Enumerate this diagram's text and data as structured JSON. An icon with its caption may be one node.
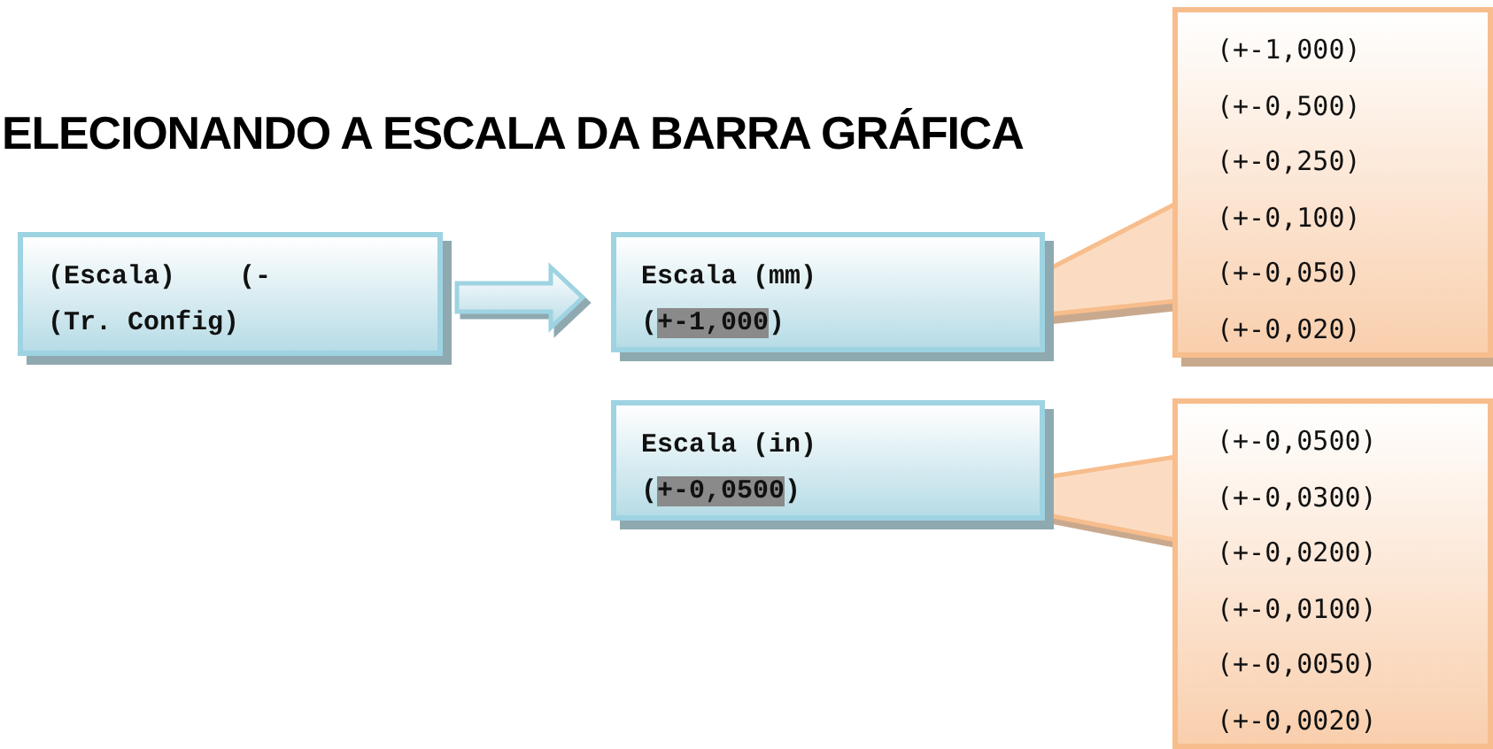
{
  "diagram": {
    "title": "ELECIONANDO A ESCALA DA BARRA GRÁFICA",
    "nodes": [
      {
        "text": [
          "(Escala)    (-",
          "(Tr. Config)"
        ]
      },
      {
        "text": [
          "Escala (mm)",
          "(+-1,000)"
        ]
      },
      {
        "text": [
          "(+-1,000)",
          "(+-0,500)",
          "(+-0,250)",
          "(+-0,100)",
          "(+-0,050)",
          "(+-0,020)"
        ]
      },
      {
        "text": [
          "Escala (in)",
          "(+-0,0500)"
        ]
      },
      {
        "text": [
          "(+-0,0500)",
          "(+-0,0300)",
          "(+-0,0200)",
          "(+-0,0100)",
          "(+-0,0050)",
          "(+-0,0020)"
        ]
      }
    ],
    "edges": [
      {
        "from": 0,
        "to": 1,
        "arrow": "to",
        "style": "thick"
      },
      {
        "from": 2,
        "to": 1,
        "arrow": "none"
      },
      {
        "from": 4,
        "to": 3,
        "arrow": "none"
      }
    ]
  }
}
